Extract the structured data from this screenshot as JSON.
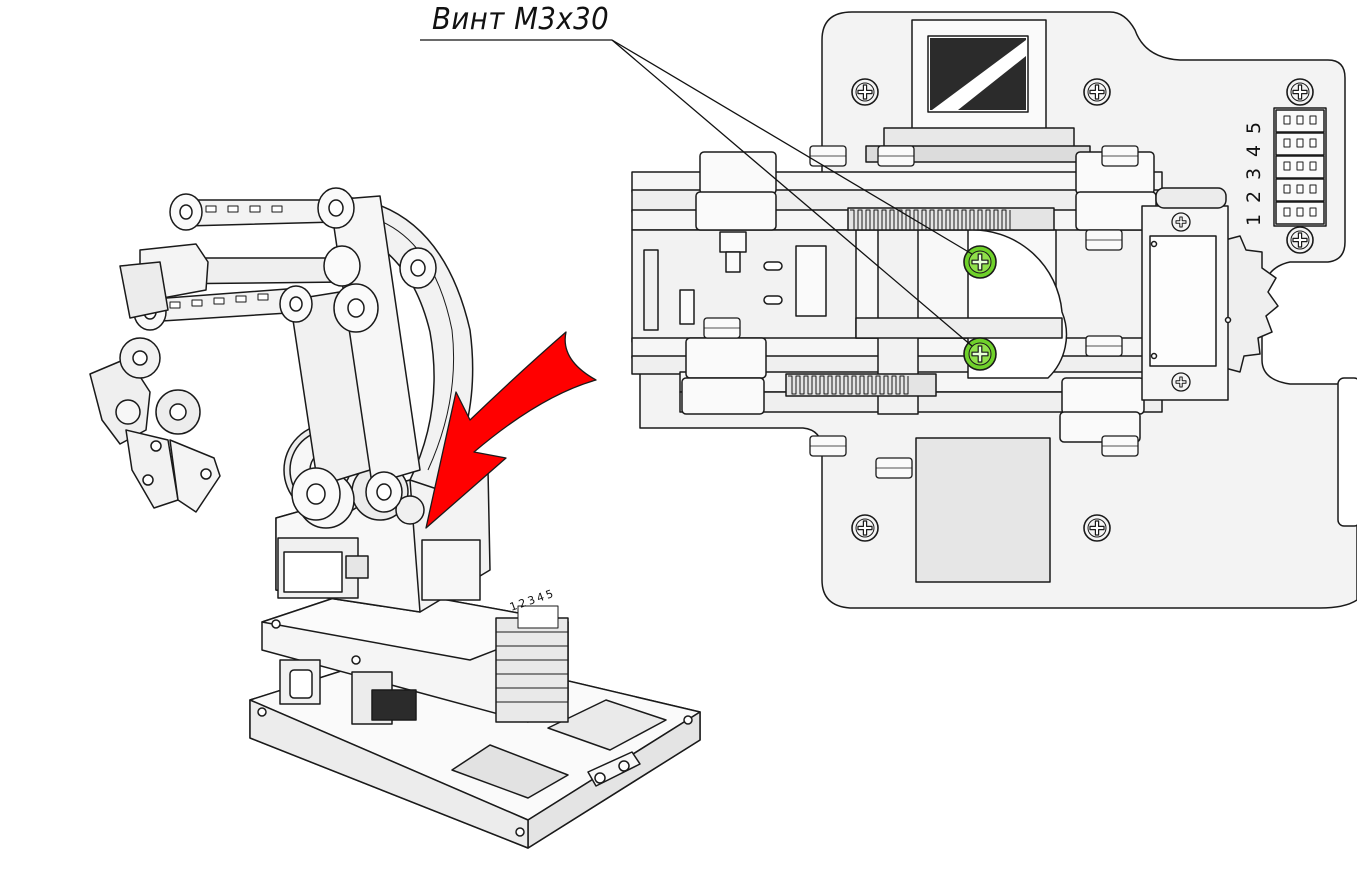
{
  "callout": {
    "text": "Винт М3х30"
  },
  "pin_numbers": [
    "1",
    "2",
    "3",
    "4",
    "5"
  ],
  "colors": {
    "arrow": "#ff0000",
    "screw_highlight": "#6fd12a",
    "outline": "#1a1a1a",
    "part_fill": "#f2f2f2",
    "shade": "#d8d8d8",
    "dark": "#2b2b2b"
  },
  "icons": [
    "phillips-screw-icon",
    "red-arrow-pointer"
  ]
}
